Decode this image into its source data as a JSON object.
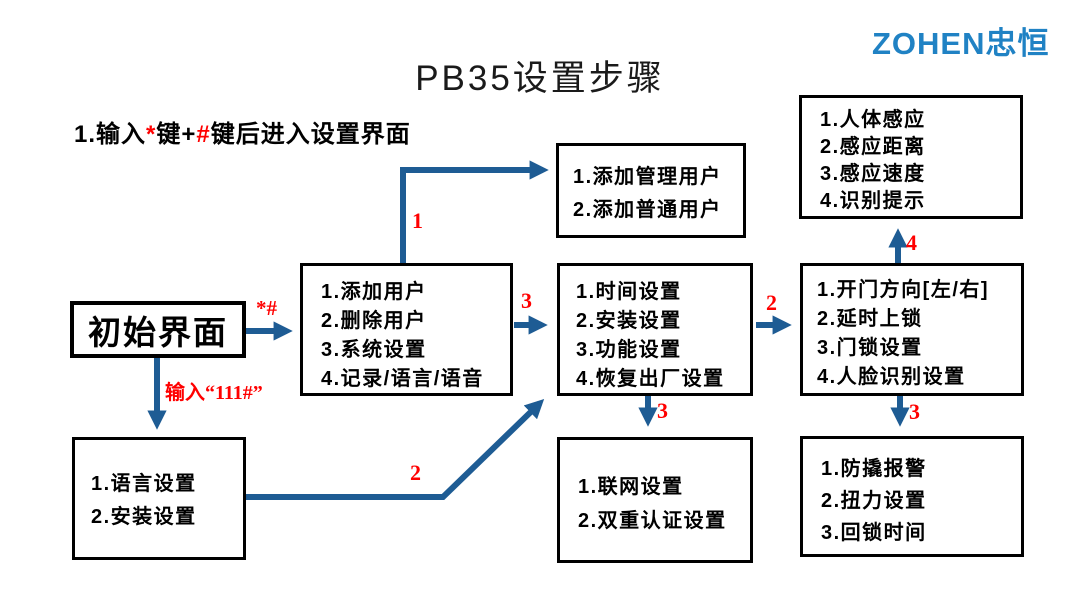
{
  "title": "PB35设置步骤",
  "logo": {
    "en": "ZOHEN",
    "cn": "忠恒"
  },
  "instruction": {
    "part1": "1.输入",
    "star": "*",
    "part2": "键+",
    "hash": "#",
    "part3": "键后进入设置界面"
  },
  "colors": {
    "arrow_blue": "#1e5c94",
    "label_red": "#ff0000",
    "logo_blue": "#2082c4",
    "box_border": "#000000",
    "background": "#ffffff"
  },
  "nodes": {
    "start": {
      "label": "初始界面"
    },
    "menu_main": {
      "items": [
        "1.添加用户",
        "2.删除用户",
        "3.系统设置",
        "4.记录/语言/语音"
      ]
    },
    "menu_add_user": {
      "items": [
        "1.添加管理用户",
        "2.添加普通用户"
      ]
    },
    "menu_system": {
      "items": [
        "1.时间设置",
        "2.安装设置",
        "3.功能设置",
        "4.恢复出厂设置"
      ]
    },
    "menu_sensor": {
      "items": [
        "1.人体感应",
        "2.感应距离",
        "3.感应速度",
        "4.识别提示"
      ]
    },
    "menu_lock": {
      "items": [
        "1.开门方向[左/右]",
        "2.延时上锁",
        "3.门锁设置",
        "4.人脸识别设置"
      ]
    },
    "menu_language": {
      "items": [
        "1.语言设置",
        "2.安装设置"
      ]
    },
    "menu_network": {
      "items": [
        "1.联网设置",
        "2.双重认证设置"
      ]
    },
    "menu_alarm": {
      "items": [
        "1.防撬报警",
        "2.扭力设置",
        "3.回锁时间"
      ]
    }
  },
  "edges": {
    "start_to_main": {
      "label": "*#"
    },
    "start_to_language": {
      "label": "输入“111#”"
    },
    "main_to_add_user": {
      "label": "1"
    },
    "main_to_system": {
      "label": "3"
    },
    "system_to_lock": {
      "label": "2"
    },
    "system_to_network": {
      "label": "3"
    },
    "lock_to_sensor": {
      "label": "4"
    },
    "lock_to_alarm": {
      "label": "3"
    },
    "language_to_system": {
      "label": "2"
    }
  }
}
